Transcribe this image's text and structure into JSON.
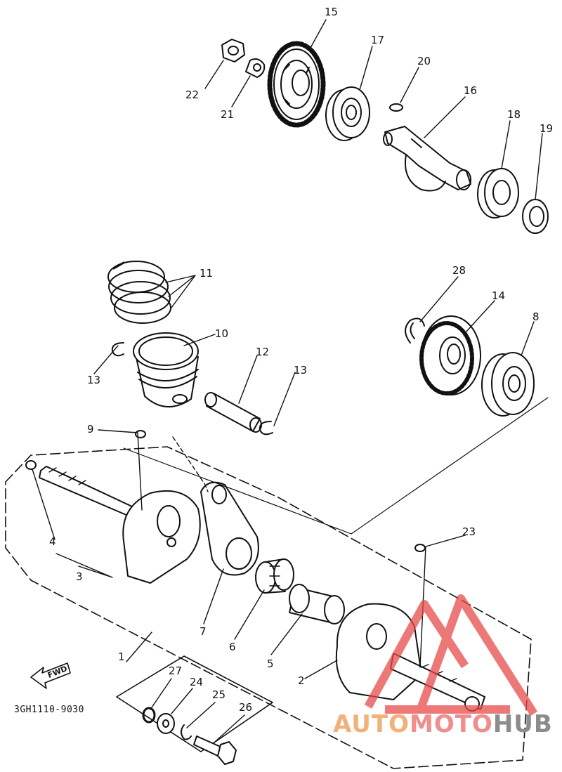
{
  "diagram_code": "3GH1110-9030",
  "fwd_label": "FWD",
  "watermark": {
    "part1": "AUTO",
    "part2": "MOTO",
    "part3": "HUB"
  },
  "colors": {
    "ink": "#111111",
    "watermark_red": "#e84b4b",
    "watermark_orange": "#f2b07a",
    "watermark_grey": "#8c8c8c"
  },
  "callouts": {
    "n1": "1",
    "n2": "2",
    "n3": "3",
    "n4": "4",
    "n5": "5",
    "n6": "6",
    "n7": "7",
    "n8": "8",
    "n9": "9",
    "n10": "10",
    "n11": "11",
    "n12": "12",
    "n13a": "13",
    "n13b": "13",
    "n14": "14",
    "n15": "15",
    "n16": "16",
    "n17": "17",
    "n18": "18",
    "n19": "19",
    "n20": "20",
    "n21": "21",
    "n22": "22",
    "n23": "23",
    "n24": "24",
    "n25": "25",
    "n26": "26",
    "n27": "27",
    "n28": "28"
  }
}
